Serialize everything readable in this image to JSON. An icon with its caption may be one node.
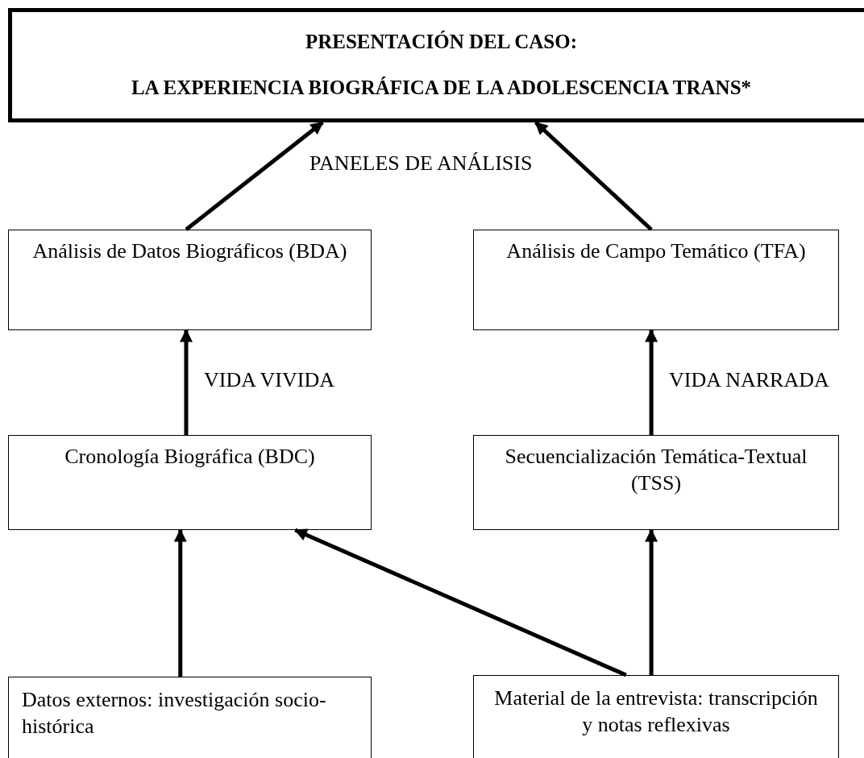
{
  "diagram": {
    "nodes": [
      {
        "text": [
          "PRESENTACIÓN DEL CASO:",
          "LA EXPERIENCIA BIOGRÁFICA DE LA ADOLESCENCIA TRANS*"
        ]
      },
      {
        "text": [
          "Análisis de Datos Biográficos (BDA)"
        ]
      },
      {
        "text": [
          "Análisis de Campo Temático (TFA)"
        ]
      },
      {
        "text": [
          "Cronología Biográfica (BDC)"
        ]
      },
      {
        "text": [
          "Secuencialización Temática-Textual (TSS)"
        ]
      },
      {
        "text": [
          "Datos externos: investigación socio-histórica"
        ]
      },
      {
        "text": [
          "Material de la entrevista: transcripción y notas reflexivas"
        ]
      }
    ],
    "edges": [
      {
        "from": 1,
        "to": 0,
        "arrow": "to"
      },
      {
        "from": 2,
        "to": 0,
        "arrow": "to"
      },
      {
        "from": 3,
        "to": 1,
        "arrow": "to",
        "label": "VIDA VIVIDA"
      },
      {
        "from": 4,
        "to": 2,
        "arrow": "to",
        "label": "VIDA NARRADA"
      },
      {
        "from": 5,
        "to": 3,
        "arrow": "to"
      },
      {
        "from": 6,
        "to": 3,
        "arrow": "to"
      },
      {
        "from": 6,
        "to": 4,
        "arrow": "to"
      }
    ],
    "labels": [
      "PANELES DE ANÁLISIS"
    ]
  }
}
